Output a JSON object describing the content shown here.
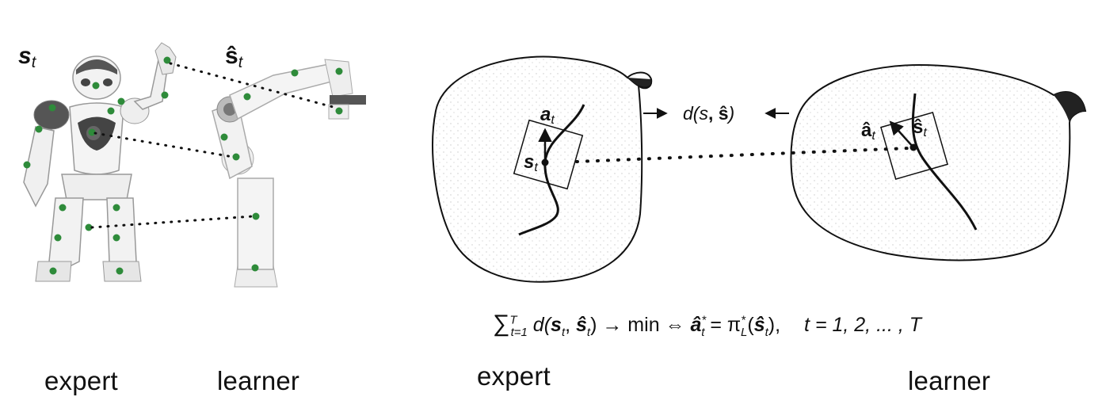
{
  "labels": {
    "s_t_robot": "s",
    "s_t_robot_sub": "t",
    "s_hat_robot": "ŝ",
    "s_hat_robot_sub": "t",
    "a_t": "a",
    "a_t_sub": "t",
    "s_t_manifold": "s",
    "s_t_manifold_sub": "t",
    "a_hat": "â",
    "a_hat_sub": "t",
    "s_hat_manifold": "ŝ",
    "s_hat_manifold_sub": "t",
    "distance": "d(s",
    "distance_mid": ", ŝ",
    "distance_end": ")"
  },
  "formula": {
    "sum": "∑",
    "sum_sup": "T",
    "sum_sub": "t=1",
    "part1": " d(",
    "s": "s",
    "t1": "t",
    "comma": ", ",
    "shat": "ŝ",
    "t2": "t",
    "arrow": ") → min  ⇔  ",
    "ahat": "â",
    "ahat_sup": "*",
    "ahat_sub": "t",
    "equals": " = π",
    "pi_sup": "*",
    "pi_sub": "L",
    "paren_open": "(",
    "shat2": "ŝ",
    "t3": "t",
    "paren_close": "),",
    "range": "t = 1, 2, ... , T"
  },
  "captions": {
    "expert_left": "expert",
    "learner_left": "learner",
    "expert_right": "expert",
    "learner_right": "learner"
  },
  "colors": {
    "joint_dot": "#2e8b3a",
    "ink": "#111111"
  }
}
